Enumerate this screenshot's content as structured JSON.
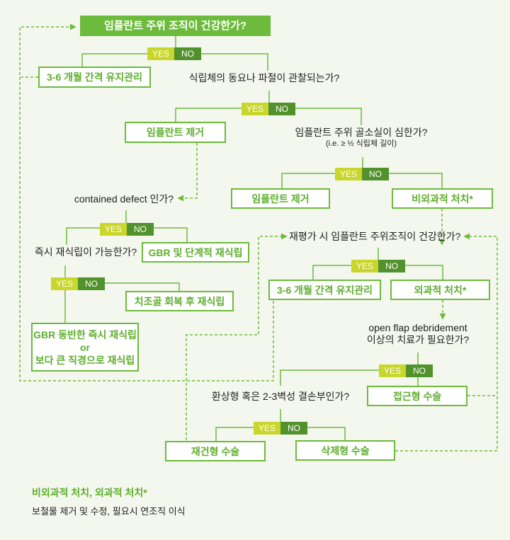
{
  "colors": {
    "green": "#6cbb3c",
    "yes": "#c9d62b",
    "no": "#52922c",
    "background": "#f4f7ee"
  },
  "labels": {
    "yes": "YES",
    "no": "NO"
  },
  "nodes": {
    "start": "임플란트 주위 조직이 건강한가?",
    "maintenance1": "3-6 개월 간격 유지관리",
    "q_mobility": "식립체의 동요나 파절이 관찰되는가?",
    "remove1": "임플란트 제거",
    "q_boneloss": "임플란트 주위 골소실이 심한가?",
    "q_boneloss_sub": "(i.e. ≥ ½ 식립체 길이)",
    "remove2": "임플란트 제거",
    "nonsurgical": "비외과적 처치*",
    "q_contained": "contained defect 인가?",
    "q_immediate": "즉시 재식립이 가능한가?",
    "gbr_staged": "GBR 및 단계적 재식립",
    "after_recovery": "치조골 회복 후 재식립",
    "gbr_immediate_1": "GBR 동반한 즉시 재식립",
    "gbr_immediate_or": "or",
    "gbr_immediate_2": "보다 큰 직경으로 재식립",
    "q_reeval": "재평가 시 임플란트 주위조직이 건강한가?",
    "maintenance2": "3-6 개월 간격 유지관리",
    "surgical": "외과적 처치*",
    "q_ofd_1": "open flap debridement",
    "q_ofd_2": "이상의 치료가 필요한가?",
    "access": "접근형 수술",
    "q_defect": "환상형 혹은 2-3벽성 결손부인가?",
    "regenerative": "재건형 수술",
    "resective": "삭제형 수술"
  },
  "legend": {
    "title": "비외과적 처치, 외과적 처치*",
    "text": "보철물 제거 및 수정, 필요시 연조직 이식"
  }
}
